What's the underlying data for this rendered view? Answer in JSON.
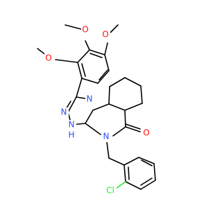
{
  "molecule": {
    "atoms": {
      "n1": "N",
      "n2": "N",
      "n3": "N",
      "n4": "N",
      "nh": "H",
      "o_carbonyl": "O",
      "cl": "Cl",
      "o1": "O",
      "o2": "O",
      "o3": "O"
    },
    "colors": {
      "carbon": "#000000",
      "nitrogen": "#3050f8",
      "oxygen": "#ff0d0d",
      "chlorine": "#1ff01f"
    }
  }
}
